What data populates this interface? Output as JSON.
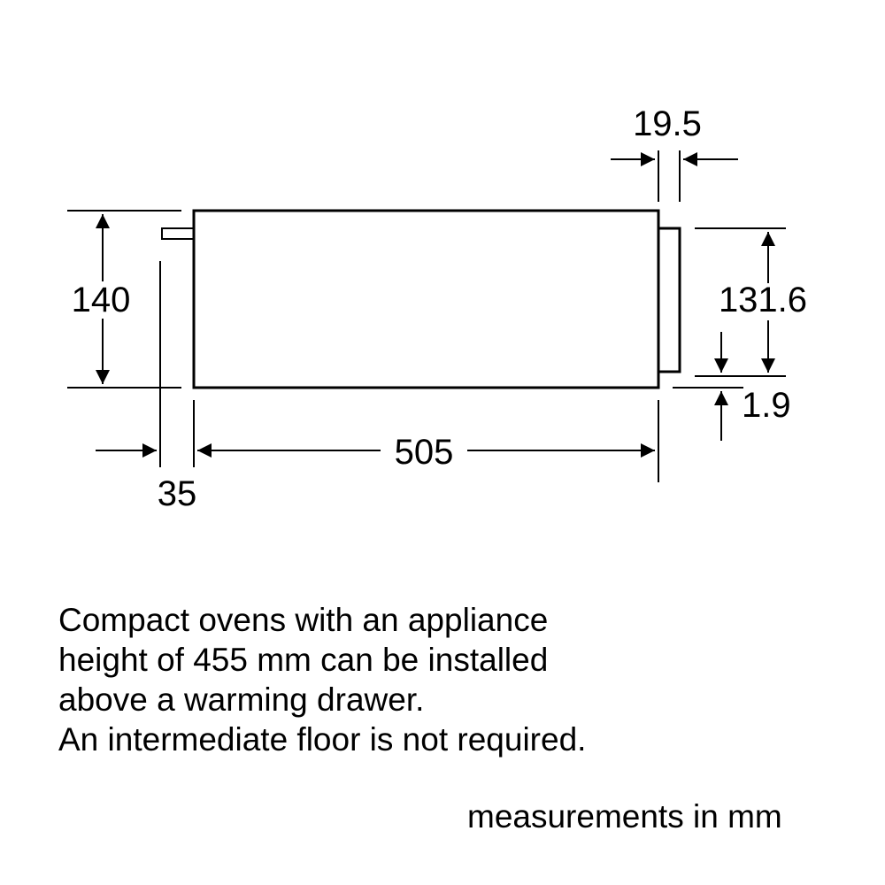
{
  "dimensions": {
    "height": "140",
    "front_height": "131.6",
    "depth": "505",
    "front_offset": "35",
    "front_thickness": "19.5",
    "bottom_gap": "1.9"
  },
  "note_lines": [
    "Compact ovens with an appliance",
    "height of 455 mm can be installed",
    "above a warming drawer.",
    "An intermediate floor is not required."
  ],
  "units_note": "measurements in mm",
  "colors": {
    "line": "#000000",
    "background": "#ffffff"
  }
}
